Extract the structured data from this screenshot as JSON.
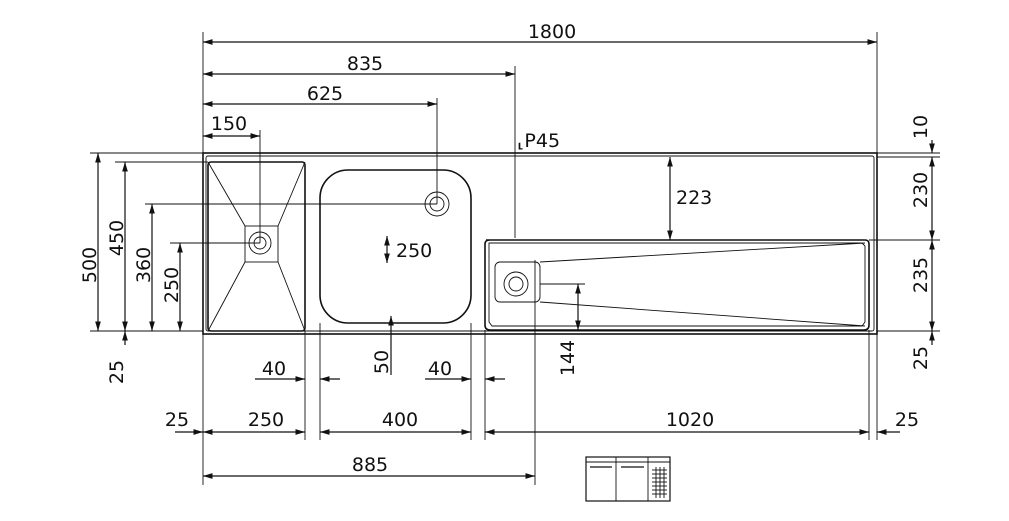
{
  "dimensions": {
    "top_overall": "1800",
    "top_835": "835",
    "top_625": "625",
    "top_150": "150",
    "model_code": "⸤P45",
    "right_10": "10",
    "right_230": "230",
    "right_235": "235",
    "right_25": "25",
    "left_500": "500",
    "left_450": "450",
    "left_360": "360",
    "left_250": "250",
    "left_25": "25",
    "bowl_250": "250",
    "drain_223": "223",
    "gap_40_left": "40",
    "gap_50": "50",
    "gap_40_right": "40",
    "drainer_144": "144",
    "bottom_25_left": "25",
    "bottom_250": "250",
    "bottom_400": "400",
    "bottom_1020": "1020",
    "bottom_25_right": "25",
    "bottom_885": "885"
  }
}
